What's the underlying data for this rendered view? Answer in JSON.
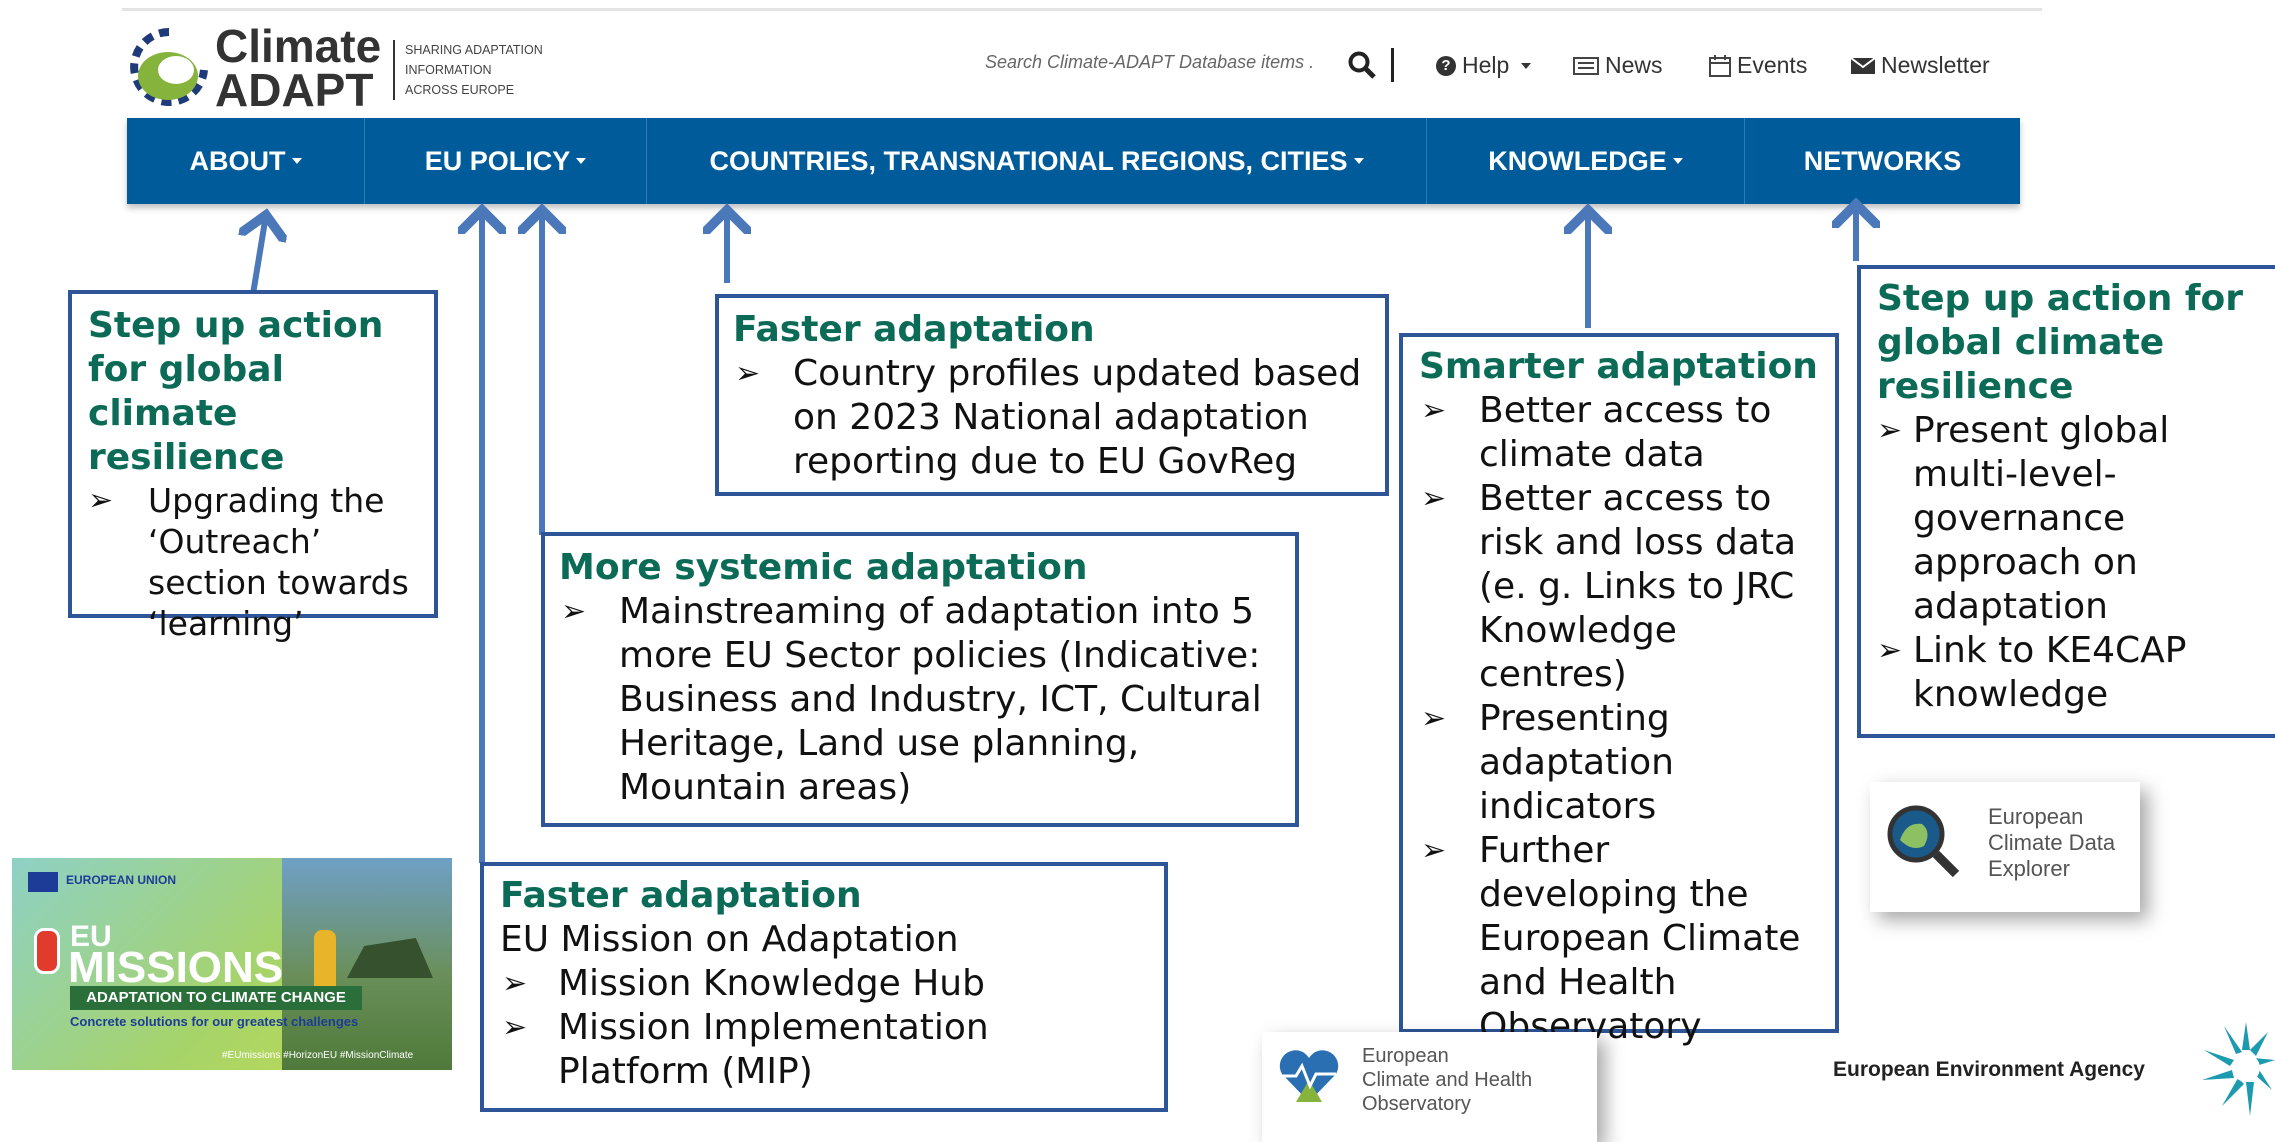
{
  "header": {
    "logo_line1": "Climate",
    "logo_line2": "ADAPT",
    "tagline": [
      "SHARING ADAPTATION",
      "INFORMATION",
      "ACROSS EUROPE"
    ],
    "search_placeholder": "Search Climate-ADAPT Database items .",
    "utility": [
      {
        "icon": "help-icon",
        "label": "Help"
      },
      {
        "icon": "news-icon",
        "label": "News"
      },
      {
        "icon": "calendar-icon",
        "label": "Events"
      },
      {
        "icon": "envelope-icon",
        "label": "Newsletter"
      }
    ]
  },
  "nav": [
    {
      "label": "ABOUT",
      "dropdown": true
    },
    {
      "label": "EU POLICY",
      "dropdown": true
    },
    {
      "label": "COUNTRIES, TRANSNATIONAL REGIONS, CITIES",
      "dropdown": true
    },
    {
      "label": "KNOWLEDGE",
      "dropdown": true
    },
    {
      "label": "NETWORKS",
      "dropdown": false
    }
  ],
  "boxes": {
    "about": {
      "title": "Step up action for global climate resilience",
      "items": [
        "Upgrading the ‘Outreach’ section towards ‘learning’"
      ]
    },
    "countries": {
      "title": "Faster adaptation",
      "items": [
        "Country profiles updated based on 2023 National adaptation reporting due to EU GovReg"
      ]
    },
    "systemic": {
      "title": "More systemic adaptation",
      "items": [
        "Mainstreaming of adaptation into 5 more EU Sector policies (Indicative: Business and Industry, ICT, Cultural Heritage, Land use planning, Mountain areas)"
      ]
    },
    "mission": {
      "title": "Faster adaptation",
      "intro": "EU Mission on Adaptation",
      "items": [
        "Mission Knowledge Hub",
        "Mission Implementation Platform (MIP)"
      ]
    },
    "knowledge": {
      "title": "Smarter adaptation",
      "items": [
        "Better access to climate data",
        "Better access to risk and loss data (e. g. Links to JRC Knowledge centres)",
        "Presenting adaptation indicators",
        "Further developing the European Climate and Health Observatory"
      ]
    },
    "networks": {
      "title": "Step up action for global climate resilience",
      "items": [
        "Present global multi-level-governance approach on adaptation",
        "Link to KE4CAP knowledge"
      ]
    }
  },
  "logos": {
    "missions": {
      "eu": "EUROPEAN UNION",
      "eu_word": "EU",
      "missions_word": "MISSIONS",
      "banner": "ADAPTATION TO CLIMATE CHANGE",
      "sub": "Concrete solutions for our greatest challenges",
      "tags": "#EUmissions  #HorizonEU  #MissionClimate"
    },
    "ecde": [
      "European",
      "Climate Data",
      "Explorer"
    ],
    "echo": [
      "European",
      "Climate and Health",
      "Observatory"
    ],
    "eea": "European Environment Agency"
  },
  "colors": {
    "nav": "#005b9a",
    "box_border": "#2e5597",
    "title": "#0b6b56",
    "arrow": "#4a78b8"
  }
}
